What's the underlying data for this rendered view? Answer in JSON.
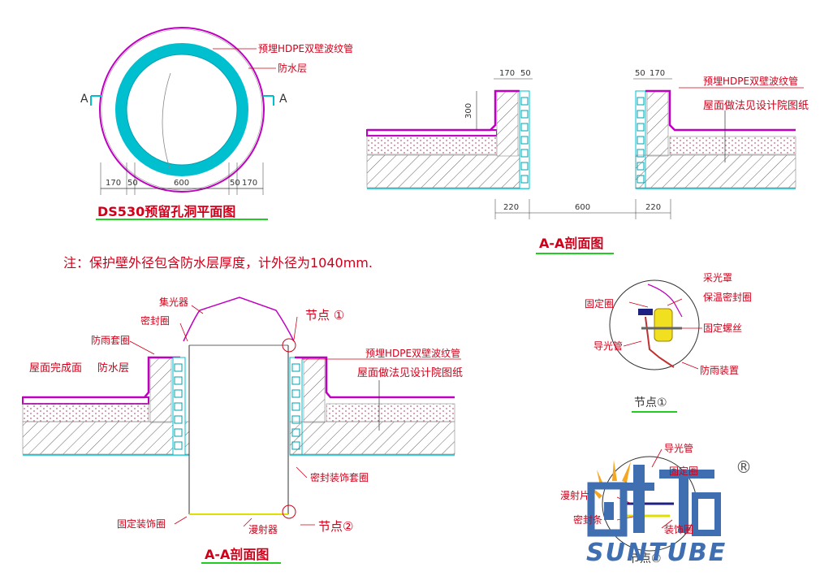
{
  "plan": {
    "title": "DS530预留孔洞平面图",
    "section_mark": "A",
    "label_pipe": "预埋HDPE双壁波纹管",
    "label_waterproof": "防水层",
    "dims": [
      "170",
      "50",
      "600",
      "50",
      "170"
    ]
  },
  "note": "注：保护壁外径包含防水层厚度，计外径为1040mm.",
  "section_top": {
    "title": "A-A剖面图",
    "label_pipe": "预埋HDPE双壁波纹管",
    "label_roof": "屋面做法见设计院图纸",
    "dims_left": [
      "170",
      "50"
    ],
    "dims_right": [
      "50",
      "170"
    ],
    "dim_height": "300",
    "dims_bottom": [
      "220",
      "600",
      "220"
    ]
  },
  "section_bottom": {
    "title": "A-A剖面图",
    "label_collector": "集光器",
    "label_seal": "密封圈",
    "label_rain_collar": "防雨套圈",
    "label_roof_finish": "屋面完成面",
    "label_waterproof": "防水层",
    "label_pipe": "预埋HDPE双壁波纹管",
    "label_roof": "屋面做法见设计院图纸",
    "label_decor_collar": "密封装饰套圈",
    "label_fixed_ring": "固定装饰圈",
    "label_diffuser": "漫射器",
    "node1": "节点 ①",
    "node2": "节点②"
  },
  "detail1": {
    "title": "节点①",
    "label_cover": "采光罩",
    "label_insul": "保温密封圈",
    "label_fix_ring": "固定圈",
    "label_screw": "固定螺丝",
    "label_guide": "导光管",
    "label_rain": "防雨装置"
  },
  "detail2": {
    "title": "节点②",
    "label_guide": "导光管",
    "label_fix_ring": "固定圈",
    "label_diffuser": "漫射片",
    "label_seal": "密封条",
    "label_decor": "装饰圈"
  },
  "logo": {
    "brand_cn": "尚拓",
    "brand_en": "SUNTUBE",
    "registered": "®"
  },
  "colors": {
    "magenta": "#c000c0",
    "cyan": "#00c0d0",
    "red": "#e0001a",
    "green": "#22cc22",
    "logo_orange": "#f5a623",
    "logo_blue": "#3f6fb0"
  }
}
